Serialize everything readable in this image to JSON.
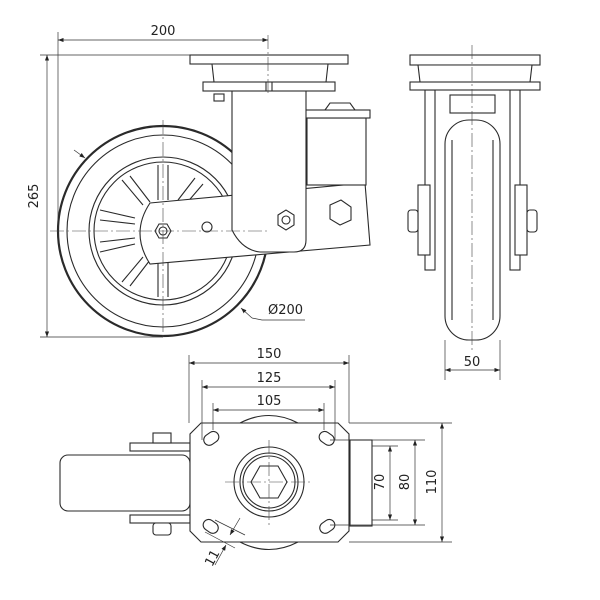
{
  "drawing": {
    "title": "Swivel castor with suspension – technical drawing",
    "dimensions": {
      "offset": "200",
      "height": "265",
      "wheel_diameter": "Ø200",
      "wheel_width": "50",
      "plate_length": "150",
      "hole_spacing_outer": "125",
      "hole_spacing_inner": "105",
      "hole_spacing_y_inner": "70",
      "hole_spacing_y_outer": "80",
      "plate_width": "110",
      "hole_size": "11"
    },
    "colors": {
      "line": "#2a2a2a",
      "background": "#ffffff"
    }
  }
}
